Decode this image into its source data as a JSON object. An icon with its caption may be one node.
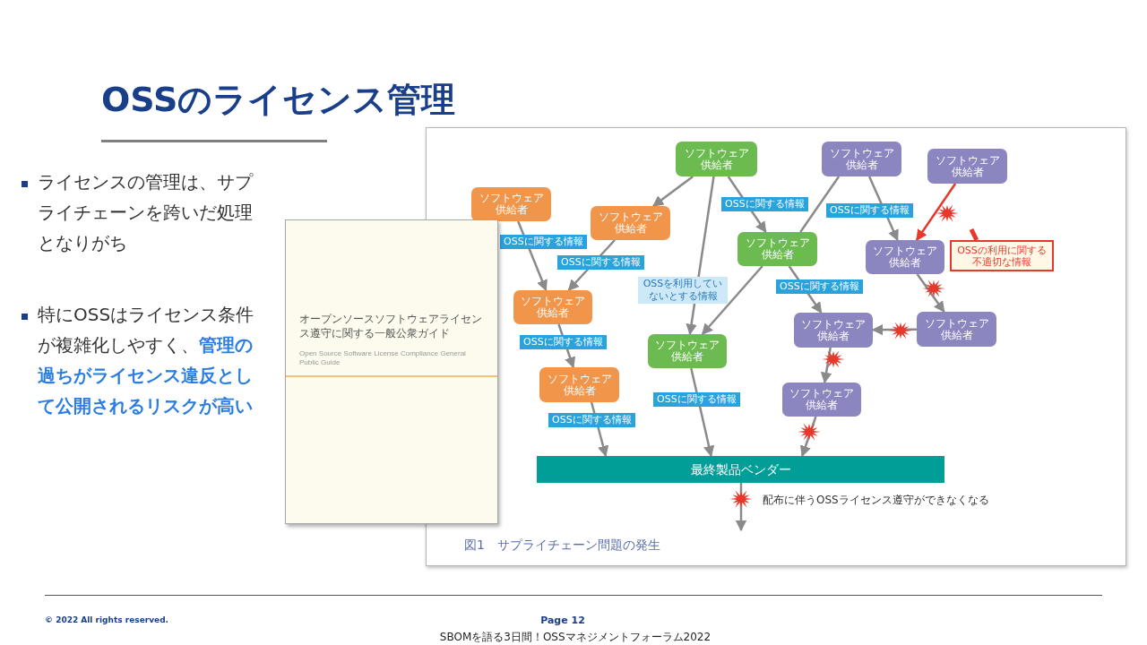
{
  "diagram": {
    "title": "OSSのライセンス管理",
    "nodes": [
      {
        "text": [
          "ソフトウェア供給者"
        ]
      },
      {
        "text": [
          "ソフトウェア供給者"
        ]
      },
      {
        "text": [
          "ソフトウェア供給者"
        ]
      },
      {
        "text": [
          "ソフトウェア供給者"
        ]
      },
      {
        "text": [
          "ソフトウェア供給者"
        ]
      },
      {
        "text": [
          "ソフトウェア供給者"
        ]
      },
      {
        "text": [
          "ソフトウェア供給者"
        ]
      },
      {
        "text": [
          "OSSの利用に関する不適切な情報"
        ]
      },
      {
        "text": [
          "ソフトウェア供給者"
        ]
      },
      {
        "text": [
          "ソフトウェア供給者"
        ]
      },
      {
        "text": [
          "ソフトウェア供給者"
        ]
      },
      {
        "text": [
          "ソフトウェア供給者"
        ]
      },
      {
        "text": [
          "ソフトウェア供給者"
        ]
      },
      {
        "text": [
          "ソフトウェア供給者"
        ]
      },
      {
        "text": [
          "最終製品ベンダー"
        ]
      }
    ],
    "edges": [
      {
        "from": 0,
        "to": 4,
        "arrow": "to"
      },
      {
        "from": 0,
        "to": 11,
        "arrow": "to",
        "label": "OSSを利用していないとする情報"
      },
      {
        "from": 0,
        "to": 5,
        "arrow": "to",
        "label": "OSSに関する情報"
      },
      {
        "from": 1,
        "to": 5,
        "arrow": "none"
      },
      {
        "from": 5,
        "to": 11,
        "arrow": "to"
      },
      {
        "from": 1,
        "to": 6,
        "arrow": "to",
        "label": "OSSに関する情報"
      },
      {
        "from": 2,
        "to": 6,
        "arrow": "to",
        "color": "#e8372b"
      },
      {
        "from": 7,
        "to": null,
        "arrow": "none",
        "style": "thick",
        "color": "#e8372b"
      },
      {
        "from": 3,
        "to": 8,
        "arrow": "to",
        "label": "OSSに関する情報"
      },
      {
        "from": 4,
        "to": 8,
        "arrow": "to",
        "label": "OSSに関する情報"
      },
      {
        "from": 8,
        "to": 12,
        "arrow": "to",
        "label": "OSSに関する情報"
      },
      {
        "from": 12,
        "to": 14,
        "arrow": "to",
        "label": "OSSに関する情報"
      },
      {
        "from": 11,
        "to": 14,
        "arrow": "to",
        "label": "OSSに関する情報"
      },
      {
        "from": 5,
        "to": 9,
        "arrow": "to",
        "label": "OSSに関する情報"
      },
      {
        "from": 6,
        "to": 10,
        "arrow": "to"
      },
      {
        "from": 10,
        "to": 9,
        "arrow": "to"
      },
      {
        "from": 9,
        "to": 13,
        "arrow": "to"
      },
      {
        "from": 13,
        "to": 14,
        "arrow": "to"
      },
      {
        "from": 14,
        "to": null,
        "arrow": "to"
      }
    ],
    "labels": [
      "ライセンスの管理は、サプライチェーンを跨いだ処理となりがち",
      "特にOSSはライセンス条件が複雑化しやすく、**管理の過ちがライセンス違反として公開されるリスクが高い**",
      "オープンソースソフトウェアライセンス遵守に関する一般公衆ガイド",
      "Open Source Software License Compliance General Public Guide",
      "配布に伴うOSSライセンス遵守ができなくなる",
      "図1　サプライチェーン問題の発生",
      "© 2022 All rights reserved.",
      "Page 12",
      "SBOMを語る3日間！OSSマネジメントフォーラム2022"
    ]
  }
}
